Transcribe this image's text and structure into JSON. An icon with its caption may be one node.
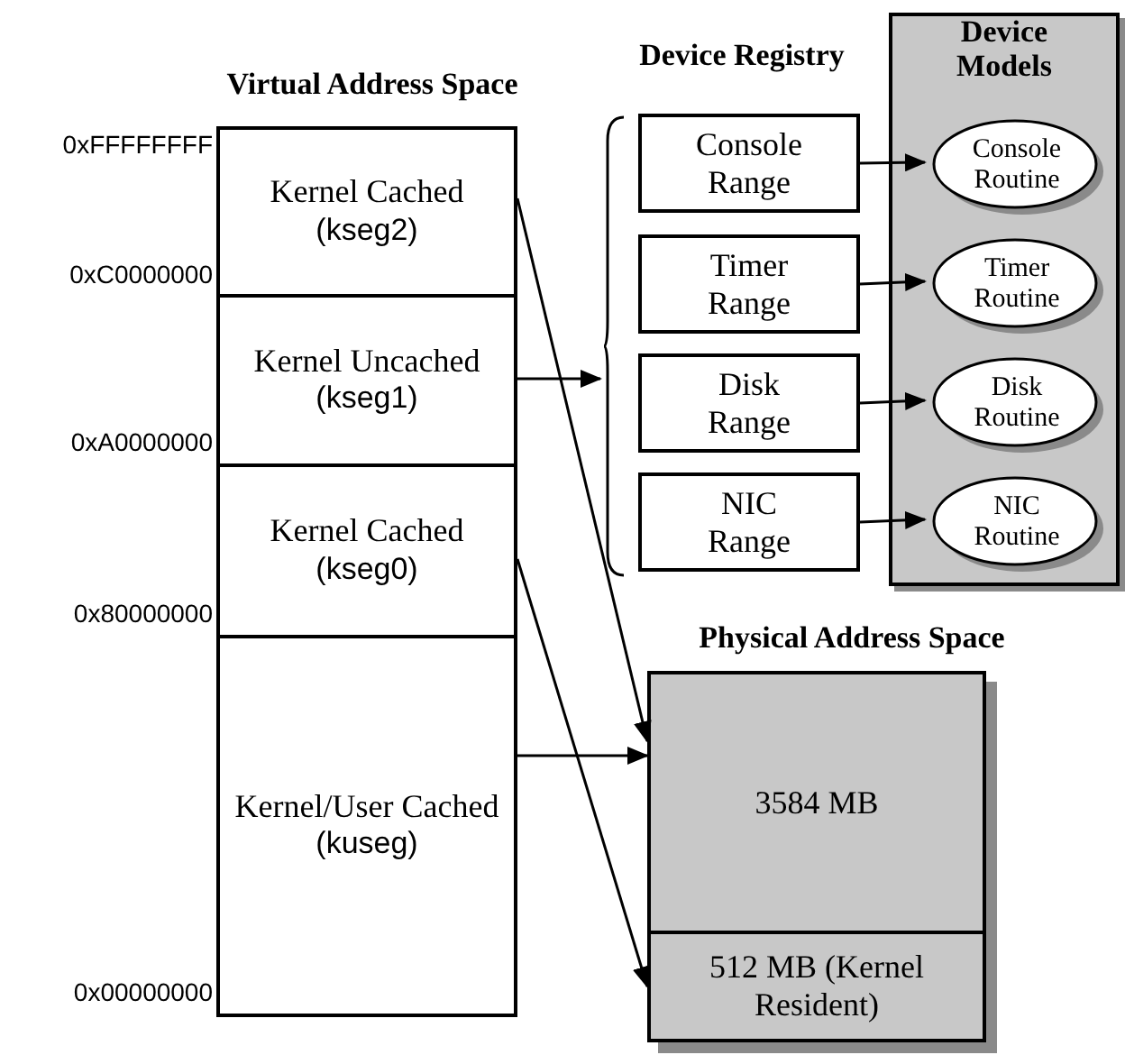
{
  "diagram": {
    "nodes": [
      {
        "text": [
          "Virtual Address Space"
        ]
      },
      {
        "text": [
          "Kernel Cached",
          "(kseg2)"
        ],
        "in": 0
      },
      {
        "text": [
          "Kernel Uncached",
          "(kseg1)"
        ],
        "in": 0
      },
      {
        "text": [
          "Kernel Cached",
          "(kseg0)"
        ],
        "in": 0
      },
      {
        "text": [
          "Kernel/User Cached",
          "(kuseg)"
        ],
        "in": 0
      },
      {
        "text": [
          "Device Registry"
        ]
      },
      {
        "text": [
          "Console Range"
        ],
        "in": 5
      },
      {
        "text": [
          "Timer Range"
        ],
        "in": 5
      },
      {
        "text": [
          "Disk Range"
        ],
        "in": 5
      },
      {
        "text": [
          "NIC Range"
        ],
        "in": 5
      },
      {
        "text": [
          "Device Models"
        ]
      },
      {
        "text": [
          "Console Routine"
        ],
        "in": 10
      },
      {
        "text": [
          "Timer Routine"
        ],
        "in": 10
      },
      {
        "text": [
          "Disk Routine"
        ],
        "in": 10
      },
      {
        "text": [
          "NIC Routine"
        ],
        "in": 10
      },
      {
        "text": [
          "Physical Address Space"
        ]
      },
      {
        "text": [
          "3584 MB"
        ],
        "in": 15
      },
      {
        "text": [
          "512 MB (Kernel Resident)"
        ],
        "in": 15
      }
    ],
    "edges": [
      {
        "from": 1,
        "to": 16,
        "arrow": "to"
      },
      {
        "from": 2,
        "to": 5,
        "arrow": "to"
      },
      {
        "from": 3,
        "to": 17,
        "arrow": "to"
      },
      {
        "from": 4,
        "to": 16,
        "arrow": "to"
      },
      {
        "from": 6,
        "to": 11,
        "arrow": "to"
      },
      {
        "from": 7,
        "to": 12,
        "arrow": "to"
      },
      {
        "from": 8,
        "to": 13,
        "arrow": "to"
      },
      {
        "from": 9,
        "to": 14,
        "arrow": "to"
      }
    ],
    "labels": [
      "0xFFFFFFFF",
      "0xC0000000",
      "0xA0000000",
      "0x80000000",
      "0x00000000"
    ]
  }
}
